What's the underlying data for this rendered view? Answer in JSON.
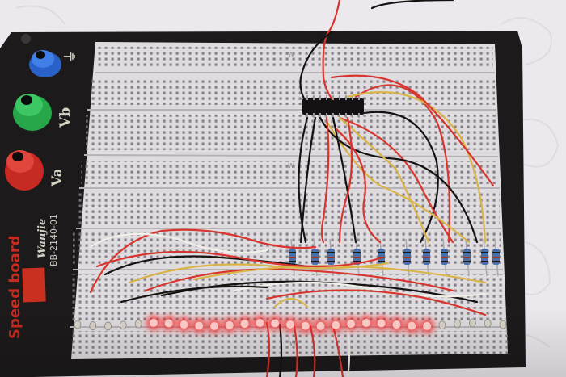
{
  "photo": {
    "board_brand_text": "Speed board",
    "board_maker_text": "Wanjie",
    "board_model_text": "BB-2140-01",
    "terminal_labels": [
      "⏚",
      "Vb",
      "Va"
    ],
    "rail_letter": "W"
  },
  "leds": {
    "count": 29,
    "lit": [
      false,
      false,
      false,
      false,
      false,
      true,
      true,
      true,
      true,
      true,
      true,
      true,
      true,
      true,
      true,
      true,
      true,
      true,
      true,
      true,
      true,
      true,
      true,
      true,
      false,
      false,
      false,
      false,
      false
    ],
    "glow_color": "#ff2a2a",
    "off_color": "#d9d3c8"
  },
  "colors": {
    "cloth": "#ece9ee",
    "base": "#1c1a1a",
    "breadboard": "#dfdcdf",
    "wire_red": "#d8352e",
    "wire_black": "#151212",
    "wire_yellow": "#d9b448",
    "wire_white": "#f0efe8",
    "terminal_blue": "#2a61c8",
    "terminal_green": "#27a64a",
    "terminal_red": "#c62a22"
  }
}
